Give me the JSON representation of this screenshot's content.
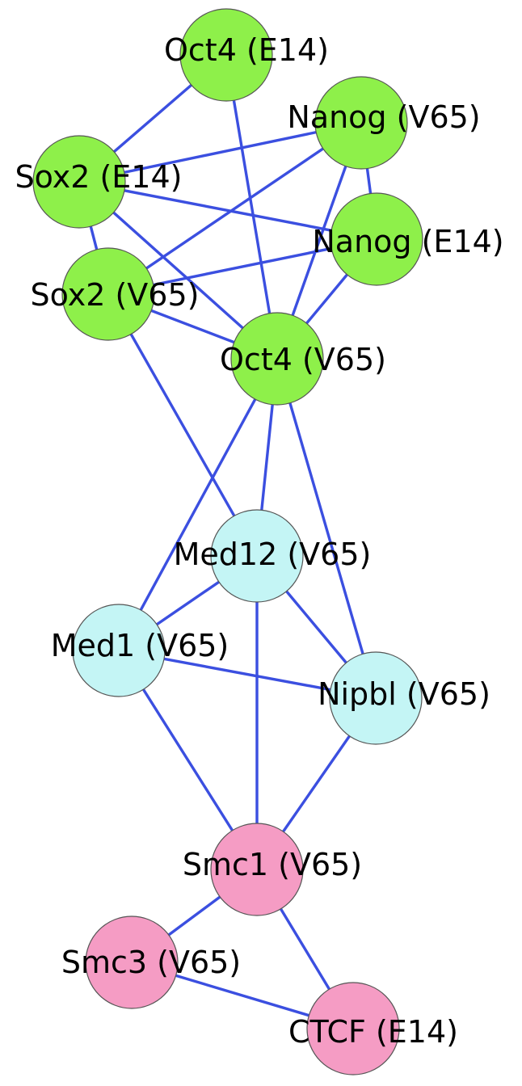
{
  "colors": {
    "edge": "#3b4fe0",
    "pluripotency_group": "#8ef04a",
    "mediator_group": "#c4f5f5",
    "cohesin_group": "#f59cc4"
  },
  "nodes": [
    {
      "id": "oct4_e14",
      "label": "Oct4 (E14)",
      "color": "#8ef04a"
    },
    {
      "id": "nanog_v65",
      "label": "Nanog (V65)",
      "color": "#8ef04a"
    },
    {
      "id": "sox2_e14",
      "label": "Sox2 (E14)",
      "color": "#8ef04a"
    },
    {
      "id": "nanog_e14",
      "label": "Nanog (E14)",
      "color": "#8ef04a"
    },
    {
      "id": "sox2_v65",
      "label": "Sox2 (V65)",
      "color": "#8ef04a"
    },
    {
      "id": "oct4_v65",
      "label": "Oct4 (V65)",
      "color": "#8ef04a"
    },
    {
      "id": "med12_v65",
      "label": "Med12 (V65)",
      "color": "#c4f5f5"
    },
    {
      "id": "med1_v65",
      "label": "Med1 (V65)",
      "color": "#c4f5f5"
    },
    {
      "id": "nipbl_v65",
      "label": "Nipbl (V65)",
      "color": "#c4f5f5"
    },
    {
      "id": "smc1_v65",
      "label": "Smc1 (V65)",
      "color": "#f59cc4"
    },
    {
      "id": "smc3_v65",
      "label": "Smc3 (V65)",
      "color": "#f59cc4"
    },
    {
      "id": "ctcf_e14",
      "label": "CTCF (E14)",
      "color": "#f59cc4"
    }
  ],
  "edges": [
    [
      "oct4_e14",
      "sox2_e14"
    ],
    [
      "oct4_e14",
      "oct4_v65"
    ],
    [
      "sox2_e14",
      "nanog_v65"
    ],
    [
      "sox2_e14",
      "nanog_e14"
    ],
    [
      "sox2_e14",
      "sox2_v65"
    ],
    [
      "sox2_e14",
      "oct4_v65"
    ],
    [
      "nanog_v65",
      "nanog_e14"
    ],
    [
      "nanog_v65",
      "sox2_v65"
    ],
    [
      "nanog_v65",
      "oct4_v65"
    ],
    [
      "nanog_e14",
      "sox2_v65"
    ],
    [
      "nanog_e14",
      "oct4_v65"
    ],
    [
      "sox2_v65",
      "oct4_v65"
    ],
    [
      "sox2_v65",
      "med12_v65"
    ],
    [
      "oct4_v65",
      "med12_v65"
    ],
    [
      "oct4_v65",
      "med1_v65"
    ],
    [
      "oct4_v65",
      "nipbl_v65"
    ],
    [
      "med12_v65",
      "med1_v65"
    ],
    [
      "med12_v65",
      "nipbl_v65"
    ],
    [
      "med12_v65",
      "smc1_v65"
    ],
    [
      "med1_v65",
      "nipbl_v65"
    ],
    [
      "med1_v65",
      "smc1_v65"
    ],
    [
      "nipbl_v65",
      "smc1_v65"
    ],
    [
      "smc1_v65",
      "smc3_v65"
    ],
    [
      "smc1_v65",
      "ctcf_e14"
    ],
    [
      "smc3_v65",
      "ctcf_e14"
    ]
  ]
}
